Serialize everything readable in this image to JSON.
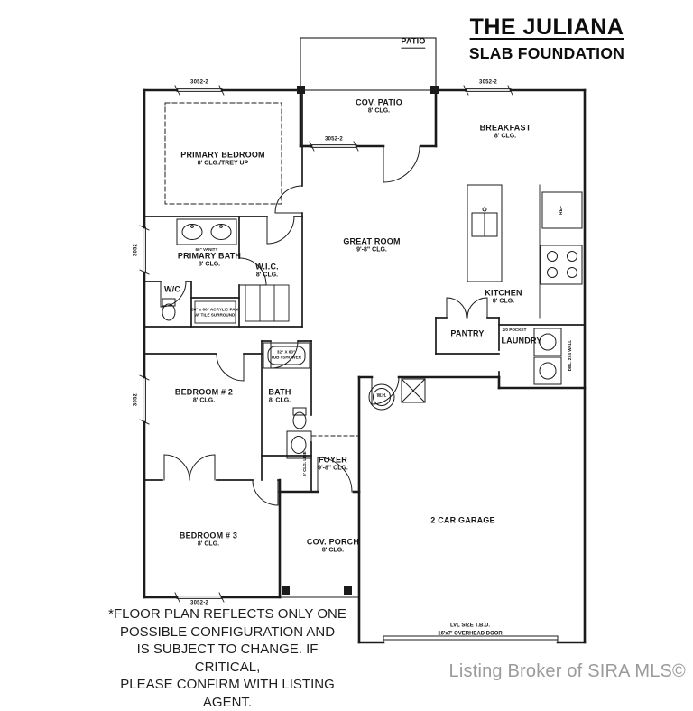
{
  "header": {
    "title": "THE JULIANA",
    "subtitle": "SLAB FOUNDATION"
  },
  "rooms": {
    "patio": {
      "name": "PATIO"
    },
    "cov_patio": {
      "name": "COV. PATIO",
      "clg": "8' CLG."
    },
    "breakfast": {
      "name": "BREAKFAST",
      "clg": "8' CLG."
    },
    "primary_bedroom": {
      "name": "PRIMARY BEDROOM",
      "clg": "8' CLG./TREY UP"
    },
    "primary_bath": {
      "name": "PRIMARY BATH",
      "clg": "8' CLG."
    },
    "wic": {
      "name": "W.I.C.",
      "clg": "8' CLG."
    },
    "wc": {
      "name": "W/C"
    },
    "great_room": {
      "name": "GREAT ROOM",
      "clg": "9'-8\" CLG."
    },
    "kitchen": {
      "name": "KITCHEN",
      "clg": "8' CLG."
    },
    "pantry": {
      "name": "PANTRY"
    },
    "laundry": {
      "name": "LAUNDRY"
    },
    "bedroom_2": {
      "name": "BEDROOM # 2",
      "clg": "8' CLG."
    },
    "bath": {
      "name": "BATH",
      "clg": "8' CLG."
    },
    "foyer": {
      "name": "FOYER",
      "clg": "9'-8\" CLG."
    },
    "bedroom_3": {
      "name": "BEDROOM # 3",
      "clg": "8' CLG."
    },
    "cov_porch": {
      "name": "COV. PORCH",
      "clg": "8' CLG."
    },
    "garage": {
      "name": "2 CAR GARAGE"
    }
  },
  "annotations": {
    "ref": "REF",
    "water_heater": "W.H.",
    "vanity": "60\" VANITY",
    "tub_line1": "32\" X 60\"",
    "tub_line2": "TUB / SHOWER",
    "shower_line1": "60\" x 60\" ACRYLIC PAN",
    "shower_line2": "W/ TILE SURROUND",
    "pocket_door": "2/0 POCKET",
    "dbl_wall": "DBL. 2X4 WALL",
    "clg_line": "9' CLG. LINE",
    "lvl_size": "LVL SIZE T.B.D.",
    "overhead_door": "16'x7' OVERHEAD DOOR"
  },
  "dimensions": {
    "top_left": "3052-2",
    "top_right": "3052-2",
    "cov_patio": "3052-2",
    "bottom": "3052-2",
    "left_upper": "3052",
    "left_lower": "3052"
  },
  "disclaimer": {
    "line1": "*FLOOR PLAN REFLECTS ONLY ONE",
    "line2": "POSSIBLE CONFIGURATION AND",
    "line3": "IS SUBJECT TO CHANGE. IF CRITICAL,",
    "line4": "PLEASE CONFIRM WITH LISTING AGENT."
  },
  "watermark": "Listing Broker of SIRA MLS©",
  "colors": {
    "ink": "#1b1b1b",
    "watermark": "#9b9b9b",
    "background": "#ffffff"
  }
}
